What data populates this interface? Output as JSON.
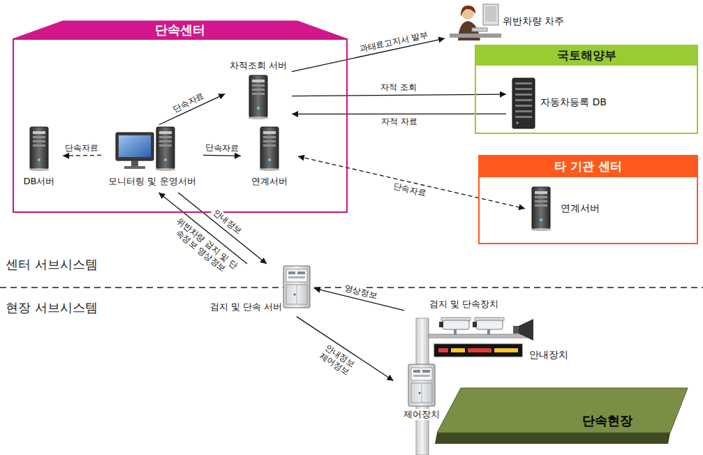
{
  "diagram": {
    "nodes": [
      {
        "text": [
          "단속센터"
        ]
      },
      {
        "text": [
          "차적조회 서버"
        ],
        "in": 0
      },
      {
        "text": [
          "DB서버"
        ],
        "in": 0
      },
      {
        "text": [
          "모니터링 및 운영서버"
        ],
        "in": 0
      },
      {
        "text": [
          "연계서버"
        ],
        "in": 0
      },
      {
        "text": [
          "위반차량 차주"
        ]
      },
      {
        "text": [
          "국토해양부"
        ]
      },
      {
        "text": [
          "자동차등록 DB"
        ],
        "in": 6
      },
      {
        "text": [
          "타 기관 센터"
        ]
      },
      {
        "text": [
          "연계서버"
        ],
        "in": 8
      },
      {
        "text": [
          "검지 및 단속 서버"
        ]
      },
      {
        "text": [
          "검지 및 단속장치"
        ]
      },
      {
        "text": [
          "제어장치"
        ]
      },
      {
        "text": [
          "단속현장"
        ]
      }
    ],
    "edges": [
      {
        "from": 3,
        "to": 1,
        "label": "단속자료",
        "arrow": "to"
      },
      {
        "from": 3,
        "to": 2,
        "label": "단속자료",
        "arrow": "to"
      },
      {
        "from": 3,
        "to": 4,
        "label": "단속자료",
        "arrow": "to"
      },
      {
        "from": 1,
        "to": 5,
        "label": "과태료고지서 발부",
        "arrow": "to"
      },
      {
        "from": 1,
        "to": 7,
        "label": "자적 조회",
        "arrow": "to"
      },
      {
        "from": 7,
        "to": 1,
        "label": "자적 자료",
        "arrow": "to"
      },
      {
        "from": 4,
        "to": 9,
        "label": "단속자료",
        "arrow": "both"
      },
      {
        "from": 10,
        "to": 3,
        "label": "위반차량 검지 및 단속정보 영상정보",
        "arrow": "to"
      },
      {
        "from": 3,
        "to": 10,
        "label": "안내정보",
        "arrow": "to"
      },
      {
        "from": 11,
        "to": 10,
        "label": "영상정보",
        "arrow": "to"
      },
      {
        "from": 10,
        "to": 12,
        "label": "안내정보 제어정보",
        "arrow": "to"
      }
    ],
    "labels": [
      "센터 서브시스템",
      "현장 서브시스템",
      "안내장치"
    ]
  }
}
